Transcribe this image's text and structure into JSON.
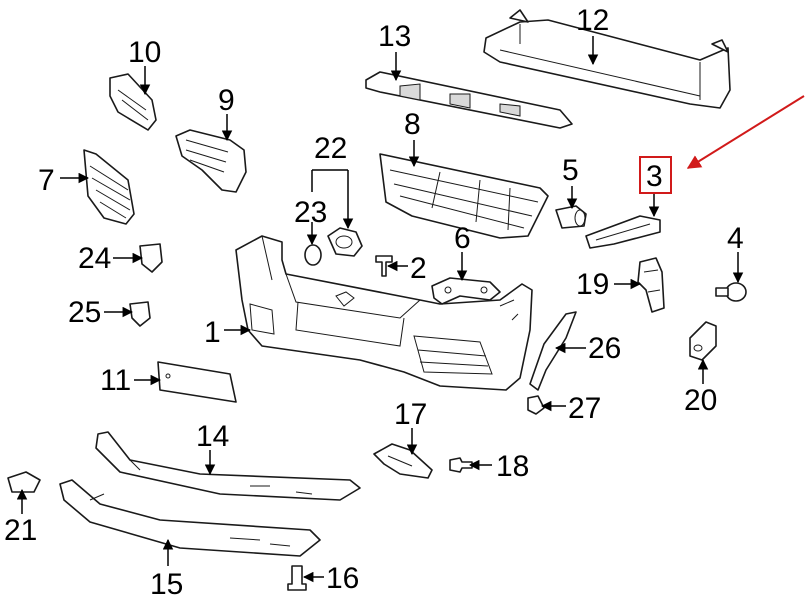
{
  "colors": {
    "line": "#1a1a1a",
    "highlight": "#d11a1a",
    "background": "#ffffff"
  },
  "highlighted_callout": "3",
  "callouts": {
    "c1": "1",
    "c2": "2",
    "c3": "3",
    "c4": "4",
    "c5": "5",
    "c6": "6",
    "c7": "7",
    "c8": "8",
    "c9": "9",
    "c10": "10",
    "c11": "11",
    "c12": "12",
    "c13": "13",
    "c14": "14",
    "c15": "15",
    "c16": "16",
    "c17": "17",
    "c18": "18",
    "c19": "19",
    "c20": "20",
    "c21": "21",
    "c22": "22",
    "c23": "23",
    "c24": "24",
    "c25": "25",
    "c26": "26",
    "c27": "27"
  }
}
